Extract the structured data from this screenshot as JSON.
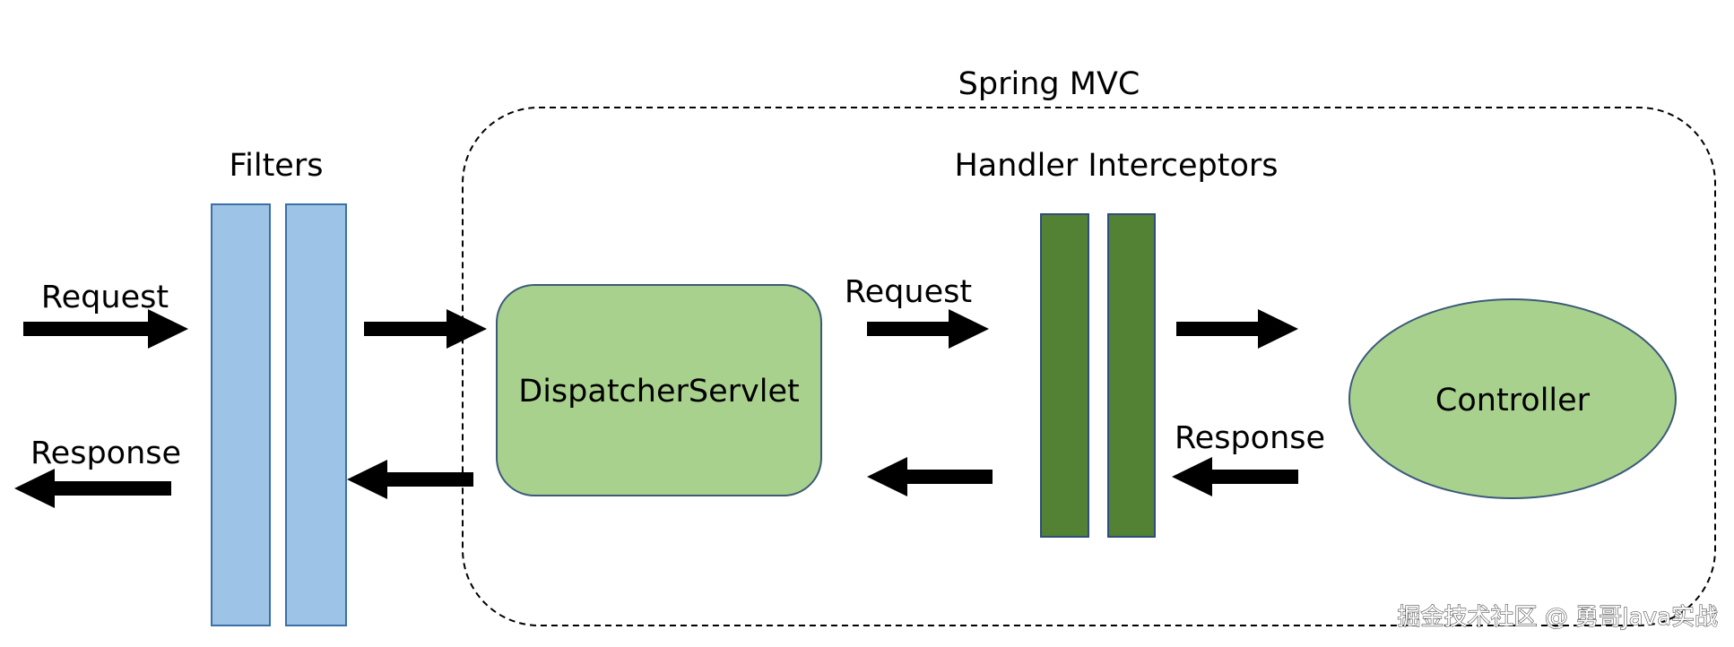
{
  "diagram": {
    "group_label": "Spring MVC",
    "filters_label": "Filters",
    "interceptors_label": "Handler Interceptors",
    "dispatcher_label": "DispatcherServlet",
    "controller_label": "Controller",
    "request_label_left": "Request",
    "response_label_left": "Response",
    "request_label_mid": "Request",
    "response_label_right": "Response"
  },
  "colors": {
    "filter_fill": "#9dc3e6",
    "filter_stroke": "#3b6fa6",
    "interceptor_fill": "#548235",
    "interceptor_stroke": "#2f4d7a",
    "node_fill": "#a9d18e",
    "node_stroke": "#3b5a78",
    "arrow": "#000000"
  },
  "watermark": "掘金技术社区 @ 勇哥Java实战"
}
